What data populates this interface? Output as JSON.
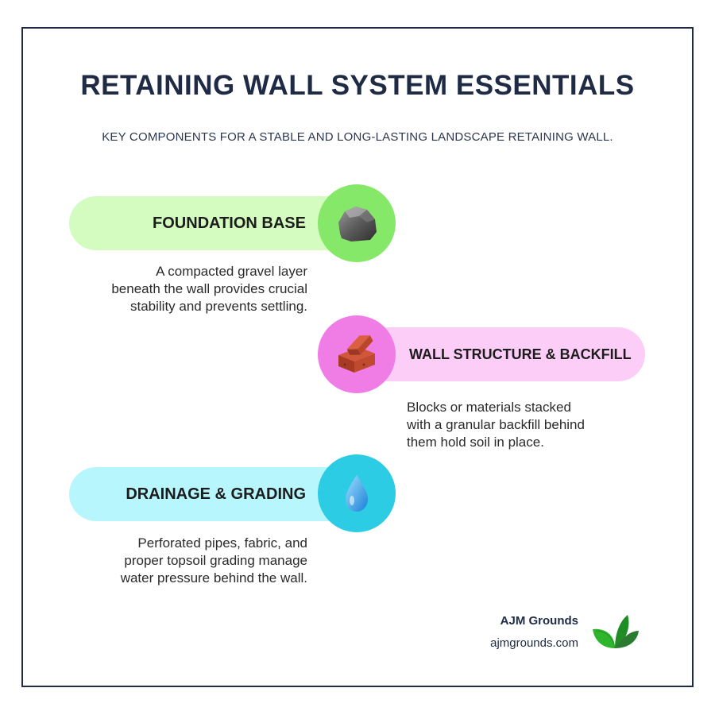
{
  "title": "RETAINING WALL SYSTEM ESSENTIALS",
  "subtitle": "KEY COMPONENTS FOR A STABLE AND LONG-LASTING LANDSCAPE RETAINING WALL.",
  "items": [
    {
      "label": "FOUNDATION BASE",
      "icon": "rock-icon",
      "pill_color": "#d4fcc0",
      "circle_color": "#86e868",
      "desc_lines": [
        "A compacted gravel layer",
        "beneath the wall provides crucial",
        "stability and prevents settling."
      ]
    },
    {
      "label": "WALL STRUCTURE & BACKFILL",
      "icon": "brick-icon",
      "pill_color": "#fccdf7",
      "circle_color": "#f07ce6",
      "desc_lines": [
        "Blocks or materials stacked",
        "with a granular backfill behind",
        "them hold soil in place."
      ]
    },
    {
      "label": "DRAINAGE & GRADING",
      "icon": "water-drop-icon",
      "pill_color": "#b6f6fc",
      "circle_color": "#2ccde4",
      "desc_lines": [
        "Perforated pipes, fabric, and",
        "proper topsoil grading manage",
        "water pressure behind the wall."
      ]
    }
  ],
  "brand": {
    "name": "AJM Grounds",
    "url": "ajmgrounds.com",
    "logo_icon": "leaves-icon"
  }
}
